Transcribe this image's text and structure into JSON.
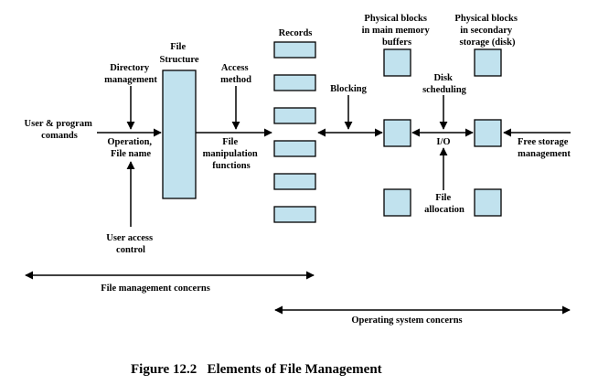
{
  "colors": {
    "box_fill": "#c1e2ee",
    "line": "#000000",
    "background": "#ffffff"
  },
  "labels": {
    "user_program": [
      "User & program",
      "comands"
    ],
    "directory_management": [
      "Directory",
      "management"
    ],
    "operation_file_name": [
      "Operation,",
      "File name"
    ],
    "user_access_control": [
      "User access",
      "control"
    ],
    "file_structure": [
      "File",
      "Structure"
    ],
    "access_method": [
      "Access",
      "method"
    ],
    "file_manipulation": [
      "File",
      "manipulation",
      "functions"
    ],
    "records": "Records",
    "blocking": "Blocking",
    "physical_blocks_memory": [
      "Physical blocks",
      "in main memory",
      "buffers"
    ],
    "physical_blocks_secondary": [
      "Physical blocks",
      "in secondary",
      "storage (disk)"
    ],
    "disk_scheduling": [
      "Disk",
      "scheduling"
    ],
    "io": "I/O",
    "file_allocation": [
      "File",
      "allocation"
    ],
    "free_storage_management": [
      "Free storage",
      "management"
    ],
    "file_management_concerns": "File management concerns",
    "operating_system_concerns": "Operating system concerns"
  },
  "caption": "Figure 12.2   Elements of File Management"
}
